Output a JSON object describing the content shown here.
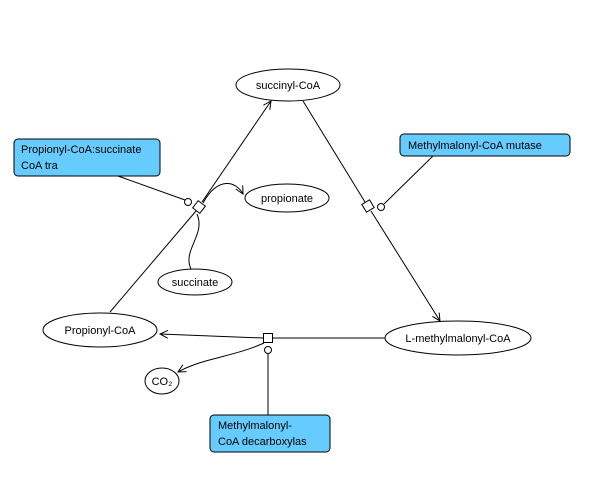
{
  "pathway": {
    "species": [
      {
        "label": "succinyl-CoA"
      },
      {
        "label": "propionate"
      },
      {
        "label": "succinate"
      },
      {
        "label": "Propionyl-CoA"
      },
      {
        "label": "L-methylmalonyl-CoA"
      },
      {
        "label": "CO₂"
      }
    ],
    "enzymes": [
      {
        "line1": "Propionyl-CoA:succinate",
        "line2": "CoA tra"
      },
      {
        "line1": "Methylmalonyl-CoA mutase"
      },
      {
        "line1": "Methylmalonyl-",
        "line2": "CoA decarboxylas"
      }
    ],
    "colors": {
      "enzyme_fill": "#66CCFF",
      "enzyme_stroke": "#000000",
      "species_fill": "#FFFFFF",
      "line_color": "#000000",
      "canvas_background": "#FFFFFF"
    }
  }
}
